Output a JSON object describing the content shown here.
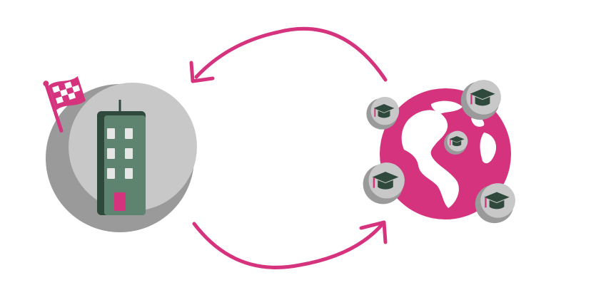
{
  "colors": {
    "accent": "#d6337f",
    "circle_light": "#c8c8c8",
    "circle_shadow": "#9a9a9a",
    "building_dark": "#2f4a3c",
    "building_face": "#5e8470",
    "window": "#e6e6e6",
    "cap": "#2f4a3c",
    "background": "#ffffff"
  },
  "nodes": [
    {
      "id": "organization",
      "icon": "office-building-icon",
      "badge": "checkered-flag-icon"
    },
    {
      "id": "world",
      "icon": "globe-icon",
      "satellites": "graduation-cap-icon"
    }
  ],
  "edges": [
    {
      "from": "world",
      "to": "organization",
      "icon": "curved-arrow-left-icon"
    },
    {
      "from": "organization",
      "to": "world",
      "icon": "curved-arrow-right-icon"
    }
  ],
  "graduate_count": 5
}
